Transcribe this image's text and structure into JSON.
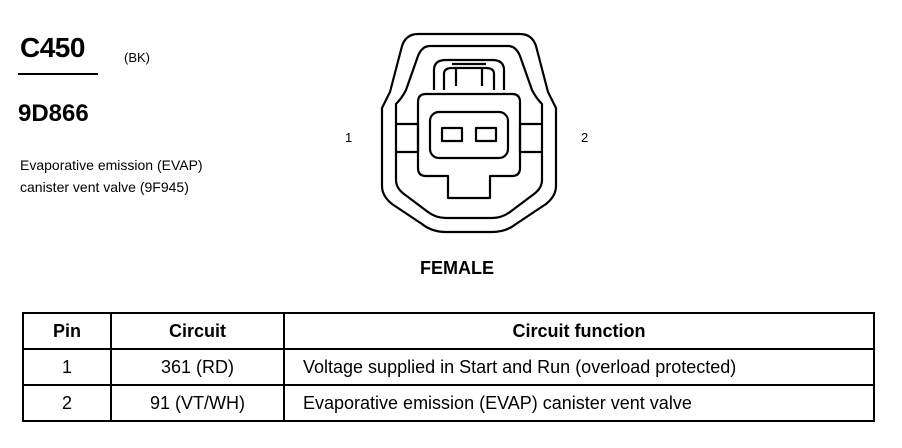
{
  "connector": {
    "id": "C450",
    "color_code": "(BK)",
    "part_number": "9D866",
    "description": "Evaporative emission (EVAP) canister vent valve (9F945)",
    "gender": "FEMALE",
    "pin_labels": {
      "left": "1",
      "right": "2"
    }
  },
  "table": {
    "headers": {
      "pin": "Pin",
      "circuit": "Circuit",
      "function": "Circuit function"
    },
    "rows": [
      {
        "pin": "1",
        "circuit": "361 (RD)",
        "function": "Voltage supplied in Start and Run (overload protected)"
      },
      {
        "pin": "2",
        "circuit": "91 (VT/WH)",
        "function": "Evaporative emission (EVAP) canister vent valve"
      }
    ]
  }
}
